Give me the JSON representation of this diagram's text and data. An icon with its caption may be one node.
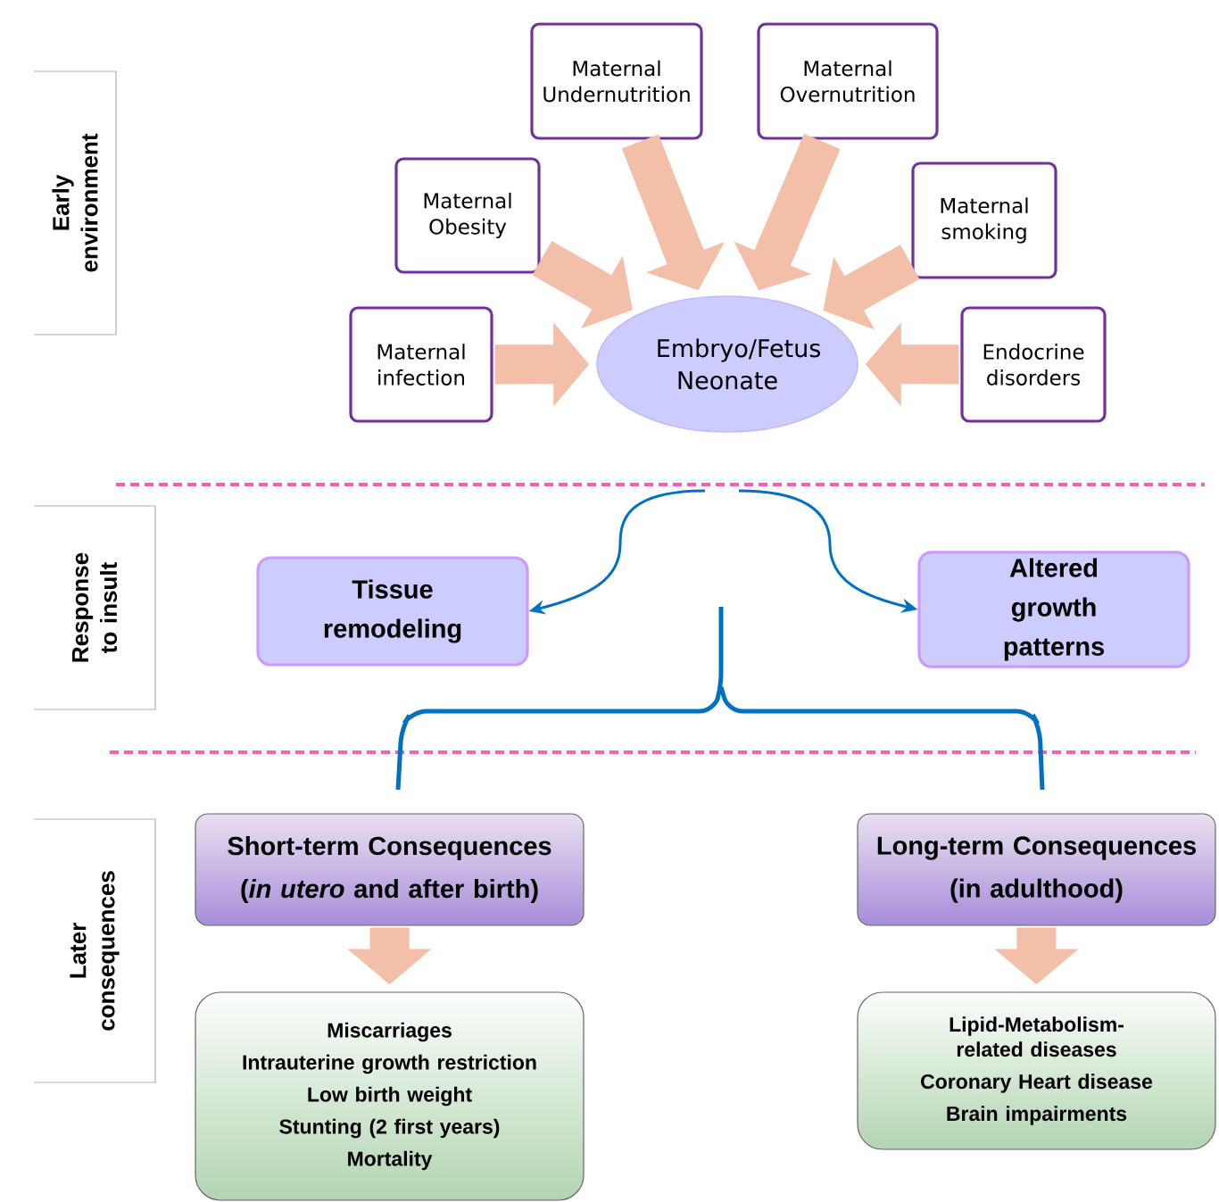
{
  "diagram": {
    "nodes": [
      {
        "text": [
          "Early environment"
        ]
      },
      {
        "text": [
          "Maternal Undernutrition"
        ]
      },
      {
        "text": [
          "Maternal Overnutrition"
        ]
      },
      {
        "text": [
          "Maternal Obesity"
        ]
      },
      {
        "text": [
          "Maternal smoking"
        ]
      },
      {
        "text": [
          "Maternal infection"
        ]
      },
      {
        "text": [
          "Endocrine disorders"
        ]
      },
      {
        "text": [
          "Embryo/Fetus Neonate"
        ]
      },
      {
        "text": [
          "Response to insult"
        ]
      },
      {
        "text": [
          "Tissue remodeling"
        ]
      },
      {
        "text": [
          "Altered growth patterns"
        ]
      },
      {
        "text": [
          "Later consequences"
        ]
      },
      {
        "text": [
          "Short-term Consequences (*in utero* and after birth)"
        ]
      },
      {
        "text": [
          "Long-term Consequences (in adulthood)"
        ]
      },
      {
        "text": [
          "Miscarriages",
          "Intrauterine growth restriction",
          "Low birth weight",
          "Stunting (2 first years)",
          "Mortality"
        ]
      },
      {
        "text": [
          "Lipid-Metabolism-related diseases",
          "Coronary Heart disease",
          "Brain impairments"
        ]
      }
    ],
    "edges": [
      {
        "from": 1,
        "to": 7,
        "arrow": "to"
      },
      {
        "from": 2,
        "to": 7,
        "arrow": "to"
      },
      {
        "from": 3,
        "to": 7,
        "arrow": "to"
      },
      {
        "from": 4,
        "to": 7,
        "arrow": "to"
      },
      {
        "from": 5,
        "to": 7,
        "arrow": "to"
      },
      {
        "from": 6,
        "to": 7,
        "arrow": "to"
      },
      {
        "from": null,
        "to": 9,
        "arrow": "to",
        "color": "#0070c0"
      },
      {
        "from": null,
        "to": 10,
        "arrow": "to",
        "color": "#0070c0"
      },
      {
        "from": 12,
        "to": 14,
        "arrow": "to"
      },
      {
        "from": 13,
        "to": 15,
        "arrow": "to"
      }
    ]
  }
}
